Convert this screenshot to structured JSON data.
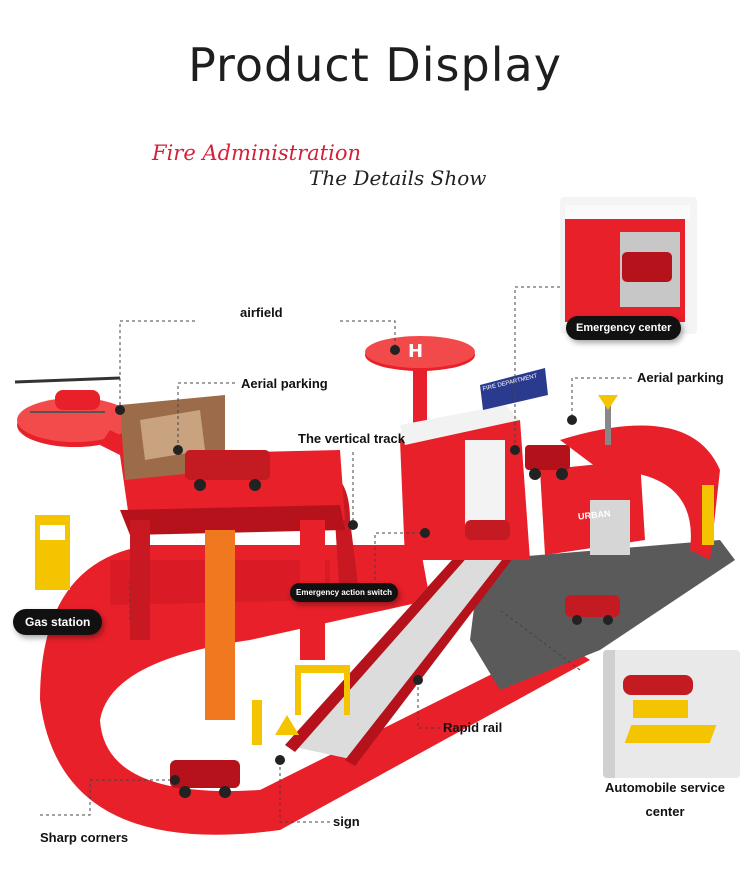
{
  "header": {
    "title": "Product Display",
    "subtitle_red": "Fire Administration",
    "subtitle_dark": "The Details Show"
  },
  "labels": {
    "airfield": "airfield",
    "aerial_parking_left": "Aerial parking",
    "aerial_parking_right": "Aerial parking",
    "vertical_track": "The vertical track",
    "emergency_center": "Emergency center",
    "emergency_switch": "Emergency action switch",
    "gas_station": "Gas station",
    "rapid_rail": "Rapid rail",
    "automobile_service_1": "Automobile service",
    "automobile_service_2": "center",
    "sharp_corners": "Sharp corners",
    "sign": "sign"
  },
  "signage": {
    "helipad_mark": "H",
    "station_sign": "FIRE DEPARTMENT",
    "garage_sign": "URBAN"
  },
  "colors": {
    "toy_red": "#e8202a",
    "dark_red": "#b5121b",
    "track_gray": "#d9d9d9",
    "accent_yellow": "#f5c400"
  }
}
